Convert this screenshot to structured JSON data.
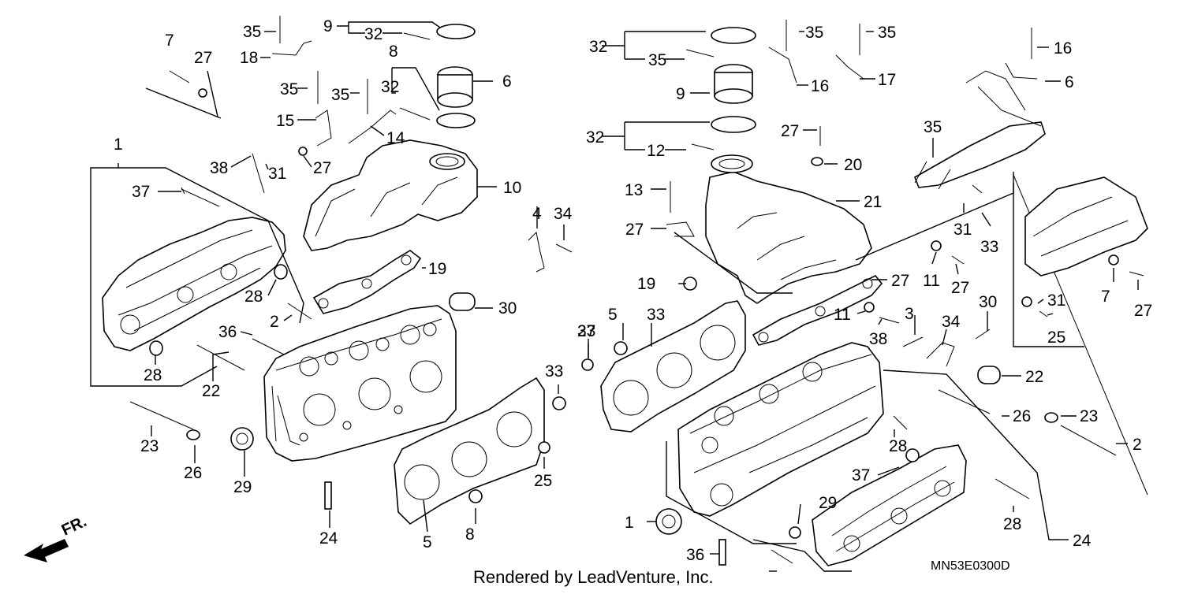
{
  "diagram": {
    "credit": "Rendered by LeadVenture, Inc.",
    "code": "MN53E0300D",
    "front_label": "FR.",
    "callouts": [
      {
        "id": "c01",
        "text": "7"
      },
      {
        "id": "c02",
        "text": "27"
      },
      {
        "id": "c03",
        "text": "35"
      },
      {
        "id": "c04",
        "text": "18"
      },
      {
        "id": "c05",
        "text": "9"
      },
      {
        "id": "c06",
        "text": "32"
      },
      {
        "id": "c07",
        "text": "8"
      },
      {
        "id": "c08",
        "text": "6"
      },
      {
        "id": "c09",
        "text": "35"
      },
      {
        "id": "c10",
        "text": "35"
      },
      {
        "id": "c11",
        "text": "32"
      },
      {
        "id": "c12",
        "text": "15"
      },
      {
        "id": "c13",
        "text": "14"
      },
      {
        "id": "c14",
        "text": "38"
      },
      {
        "id": "c15",
        "text": "31"
      },
      {
        "id": "c16",
        "text": "27"
      },
      {
        "id": "c17",
        "text": "1"
      },
      {
        "id": "c18",
        "text": "37"
      },
      {
        "id": "c19",
        "text": "10"
      },
      {
        "id": "c20",
        "text": "4"
      },
      {
        "id": "c21",
        "text": "34"
      },
      {
        "id": "c22",
        "text": "19"
      },
      {
        "id": "c23",
        "text": "28"
      },
      {
        "id": "c24",
        "text": "2"
      },
      {
        "id": "c25",
        "text": "30"
      },
      {
        "id": "c26",
        "text": "36"
      },
      {
        "id": "c27",
        "text": "28"
      },
      {
        "id": "c28",
        "text": "22"
      },
      {
        "id": "c29",
        "text": "23"
      },
      {
        "id": "c30",
        "text": "26"
      },
      {
        "id": "c31",
        "text": "29"
      },
      {
        "id": "c32",
        "text": "33"
      },
      {
        "id": "c33",
        "text": "25"
      },
      {
        "id": "c34",
        "text": "33"
      },
      {
        "id": "c35",
        "text": "24"
      },
      {
        "id": "c36",
        "text": "5"
      },
      {
        "id": "c37",
        "text": "8"
      },
      {
        "id": "c38",
        "text": "32"
      },
      {
        "id": "c39",
        "text": "35"
      },
      {
        "id": "c40",
        "text": "35"
      },
      {
        "id": "c41",
        "text": "35"
      },
      {
        "id": "c42",
        "text": "16"
      },
      {
        "id": "c43",
        "text": "16"
      },
      {
        "id": "c44",
        "text": "17"
      },
      {
        "id": "c45",
        "text": "6"
      },
      {
        "id": "c46",
        "text": "9"
      },
      {
        "id": "c47",
        "text": "32"
      },
      {
        "id": "c48",
        "text": "12"
      },
      {
        "id": "c49",
        "text": "27"
      },
      {
        "id": "c50",
        "text": "20"
      },
      {
        "id": "c51",
        "text": "35"
      },
      {
        "id": "c52",
        "text": "13"
      },
      {
        "id": "c53",
        "text": "21"
      },
      {
        "id": "c54",
        "text": "27"
      },
      {
        "id": "c55",
        "text": "31"
      },
      {
        "id": "c56",
        "text": "33"
      },
      {
        "id": "c57",
        "text": "19"
      },
      {
        "id": "c58",
        "text": "27"
      },
      {
        "id": "c59",
        "text": "11"
      },
      {
        "id": "c60",
        "text": "27"
      },
      {
        "id": "c61",
        "text": "7"
      },
      {
        "id": "c62",
        "text": "27"
      },
      {
        "id": "c63",
        "text": "31"
      },
      {
        "id": "c64",
        "text": "25"
      },
      {
        "id": "c65",
        "text": "5"
      },
      {
        "id": "c66",
        "text": "33"
      },
      {
        "id": "c67",
        "text": "27"
      },
      {
        "id": "c68",
        "text": "11"
      },
      {
        "id": "c69",
        "text": "38"
      },
      {
        "id": "c70",
        "text": "3"
      },
      {
        "id": "c71",
        "text": "34"
      },
      {
        "id": "c72",
        "text": "30"
      },
      {
        "id": "c73",
        "text": "22"
      },
      {
        "id": "c74",
        "text": "26"
      },
      {
        "id": "c75",
        "text": "23"
      },
      {
        "id": "c76",
        "text": "2"
      },
      {
        "id": "c77",
        "text": "28"
      },
      {
        "id": "c78",
        "text": "37"
      },
      {
        "id": "c79",
        "text": "28"
      },
      {
        "id": "c80",
        "text": "29"
      },
      {
        "id": "c81",
        "text": "1"
      },
      {
        "id": "c82",
        "text": "24"
      },
      {
        "id": "c83",
        "text": "36"
      }
    ]
  }
}
